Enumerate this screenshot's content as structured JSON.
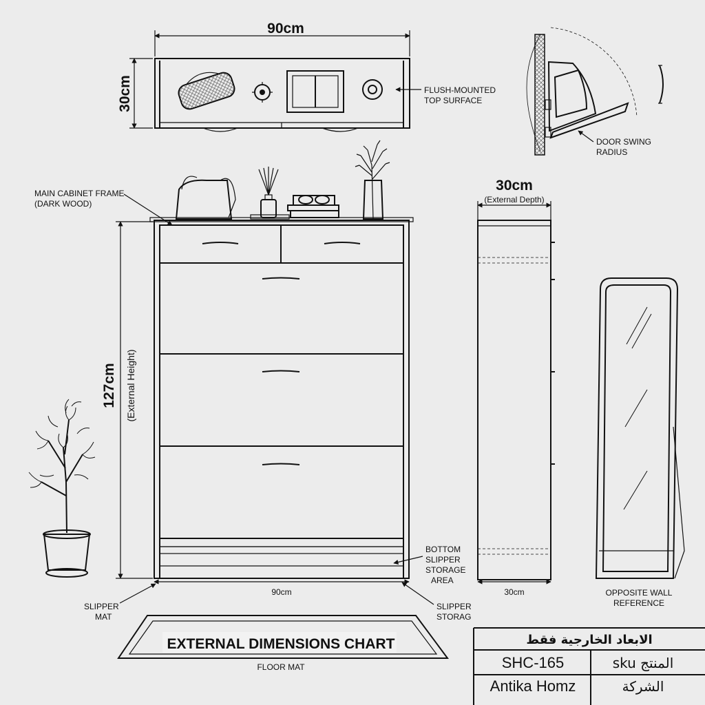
{
  "top_view": {
    "width_label": "90cm",
    "depth_label": "30cm",
    "callout": [
      "FLUSH-MOUNTED",
      "TOP SURFACE"
    ]
  },
  "swing_detail": {
    "callout": [
      "DOOR SWING",
      "RADIUS"
    ]
  },
  "front_view": {
    "frame_callout": [
      "MAIN CABINET FRAME",
      "(DARK WOOD)"
    ],
    "height_label": "127cm",
    "height_sub": "(External Height)",
    "width_label": "90cm",
    "bottom_callout": [
      "BOTTOM",
      "SLIPPER",
      "STORAGE",
      "AREA"
    ],
    "slipper_mat_callout": [
      "SLIPPER",
      "MAT"
    ],
    "slipper_storage_callout": [
      "SLIPPER",
      "STORAG"
    ]
  },
  "side_view": {
    "depth_label": "30cm",
    "depth_sub": "(External Depth)",
    "bottom_label": "30cm"
  },
  "mirror": {
    "callout": [
      "OPPOSITE WALL",
      "REFERENCE"
    ]
  },
  "floor_mat": {
    "title": "EXTERNAL DIMENSIONS CHART",
    "label": "FLOOR MAT"
  },
  "info_table": {
    "header": "الابعاد الخارجية فقط",
    "rows": [
      {
        "value": "SHC-165",
        "key": "sku المنتج"
      },
      {
        "value": "Antika Homz",
        "key": "الشركة"
      }
    ]
  }
}
